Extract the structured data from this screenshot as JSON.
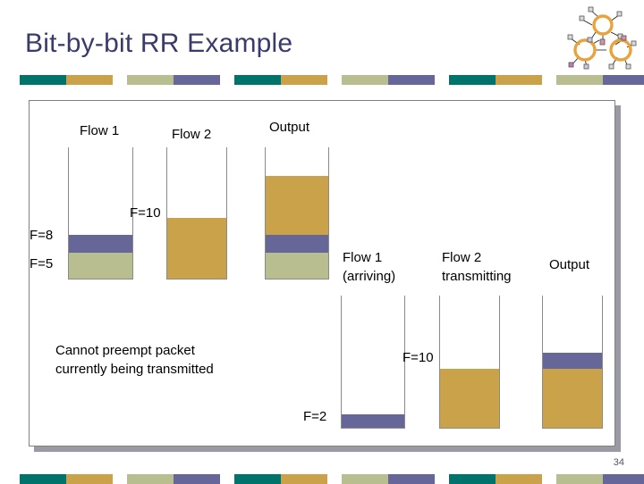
{
  "slide": {
    "title": "Bit-by-bit RR Example",
    "page_number": "34",
    "colors": {
      "title": "#3B3B6B",
      "teal": "#00736B",
      "gold": "#C9A24A",
      "sage": "#B8BE90",
      "purple": "#666699",
      "panel_border": "#808080",
      "shadow": "#9A9AA5",
      "gauge_stroke": "#8A8A8A"
    },
    "color_rule": {
      "segments": [
        "teal",
        "gold",
        "gap",
        "sage",
        "purple",
        "gap"
      ],
      "repeats": 4
    },
    "logo": {
      "name": "network-nodes-logo",
      "node_color": "#E8A33D",
      "node_count": 3
    }
  },
  "diagram": {
    "type": "queue-gauges",
    "groups": [
      {
        "id": "group-1",
        "caption_note": "Cannot preempt packet\ncurrently being transmitted",
        "markers": [
          {
            "id": "f10-top",
            "label": "F=10"
          },
          {
            "id": "f8",
            "label": "F=8"
          },
          {
            "id": "f5",
            "label": "F=5"
          }
        ],
        "gauges": [
          {
            "id": "flow-1",
            "label": "Flow 1",
            "capacity_top": "F=10",
            "segments": [
              {
                "name": "purple-packet",
                "color": "purple",
                "from": "F=5",
                "to": "F=8"
              },
              {
                "name": "sage-packet",
                "color": "sage",
                "from": "F=0",
                "to": "F=5"
              }
            ]
          },
          {
            "id": "flow-2",
            "label": "Flow 2",
            "capacity_top": "F=10",
            "segments": [
              {
                "name": "gold-packet",
                "color": "gold",
                "from": "F=0",
                "to": "F=10"
              }
            ]
          },
          {
            "id": "output",
            "label": "Output",
            "capacity_top": "",
            "segments": [
              {
                "name": "gold-packet",
                "color": "gold",
                "from": "F=8",
                "to": "F=18"
              },
              {
                "name": "purple-packet",
                "color": "purple",
                "from": "F=5",
                "to": "F=8"
              },
              {
                "name": "sage-packet",
                "color": "sage",
                "from": "F=0",
                "to": "F=5"
              }
            ]
          }
        ]
      },
      {
        "id": "group-2",
        "markers": [
          {
            "id": "f10-bottom",
            "label": "F=10"
          },
          {
            "id": "f2",
            "label": "F=2"
          }
        ],
        "gauges": [
          {
            "id": "flow-1-arriving",
            "label": "Flow 1\n(arriving)",
            "capacity_top": "F=10",
            "segments": [
              {
                "name": "purple-packet",
                "color": "purple",
                "from": "F=0",
                "to": "F=2"
              }
            ]
          },
          {
            "id": "flow-2-transmitting",
            "label": "Flow 2\ntransmitting",
            "capacity_top": "F=10",
            "segments": [
              {
                "name": "gold-packet",
                "color": "gold",
                "from": "F=0",
                "to": "F=10"
              }
            ]
          },
          {
            "id": "output-2",
            "label": "Output",
            "capacity_top": "",
            "segments": [
              {
                "name": "purple-packet",
                "color": "purple",
                "from": "F=10",
                "to": "F=13"
              },
              {
                "name": "gold-packet",
                "color": "gold",
                "from": "F=0",
                "to": "F=10"
              }
            ]
          }
        ]
      }
    ]
  }
}
